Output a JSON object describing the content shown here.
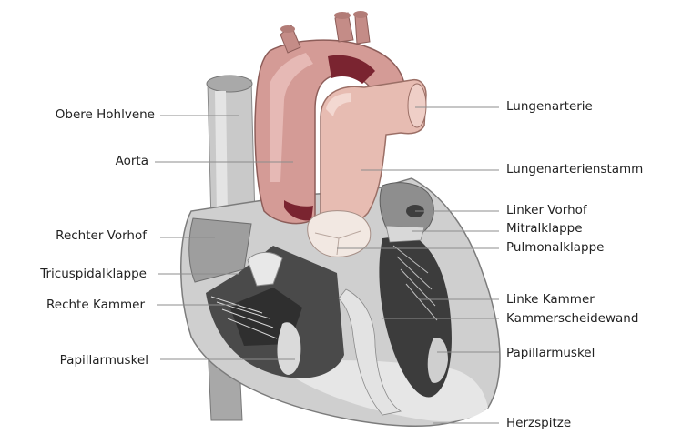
{
  "labels_left": [
    "Obere Hohlvene",
    "Aorta",
    "Rechter Vorhof",
    "Tricuspidalklappe",
    "Rechte Kammer",
    "Papillarmuskel"
  ],
  "labels_right": [
    "Lungenarterie",
    "Lungenarterienstamm",
    "Linker Vorhof",
    "Mitralklappe",
    "Pulmonalklappe",
    "Linke Kammer",
    "Kammerscheidewand",
    "Papillarmuskel",
    "Herzspitze"
  ],
  "colors": {
    "aorta": "#d49b96",
    "pulmonary": "#e7bcb2",
    "gray_light": "#c9c9c9",
    "gray_mid": "#9a9a9a",
    "gray_dark": "#3f3f3f",
    "leader_line": "#8c8c8c",
    "label_text": "#222222"
  }
}
